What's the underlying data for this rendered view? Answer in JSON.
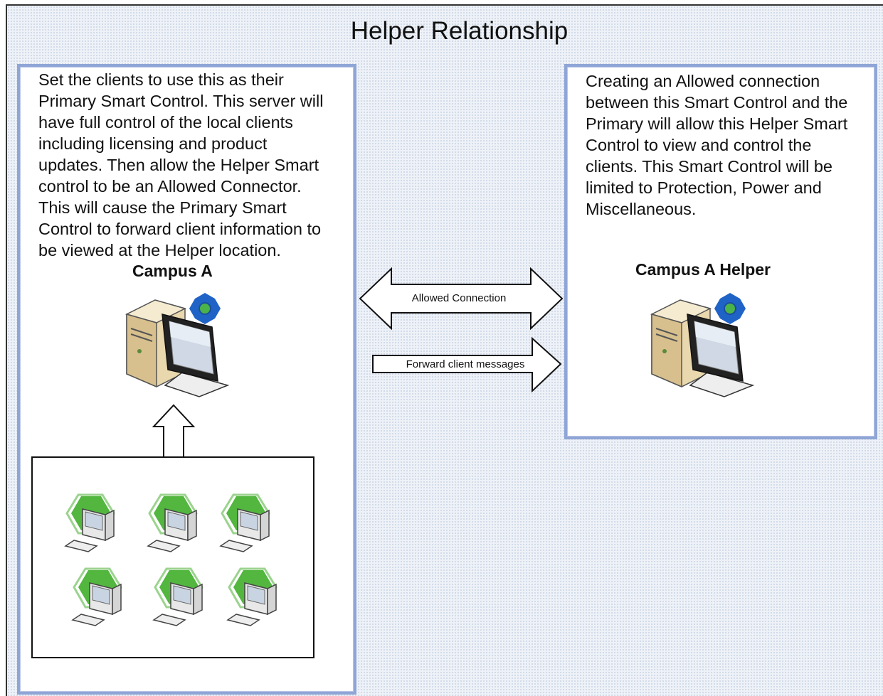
{
  "title": "Helper Relationship",
  "left_panel": {
    "description": "Set the clients to use this as their\nPrimary Smart Control. This server will\nhave full control of the local clients\nincluding licensing and product\nupdates. Then allow the Helper Smart\ncontrol to be an Allowed Connector.\nThis will cause the Primary Smart\nControl to forward client information to\nbe viewed at the Helper location.",
    "server_label": "Campus A"
  },
  "right_panel": {
    "description": "Creating an Allowed connection\nbetween this Smart Control and the\nPrimary will allow this Helper Smart\nControl to view and control the\nclients. This Smart Control will be\nlimited to Protection, Power and\nMiscellaneous.",
    "server_label": "Campus A Helper"
  },
  "connections": {
    "allowed": "Allowed Connection",
    "forward": "Forward client messages"
  },
  "icons": {
    "server": "server-computer-icon",
    "client": "client-computer-icon",
    "gear": "gear-icon"
  },
  "colors": {
    "panel_border": "#8fa5d6",
    "gear": "#1f63c6",
    "client_hex": "#3fae2a"
  }
}
